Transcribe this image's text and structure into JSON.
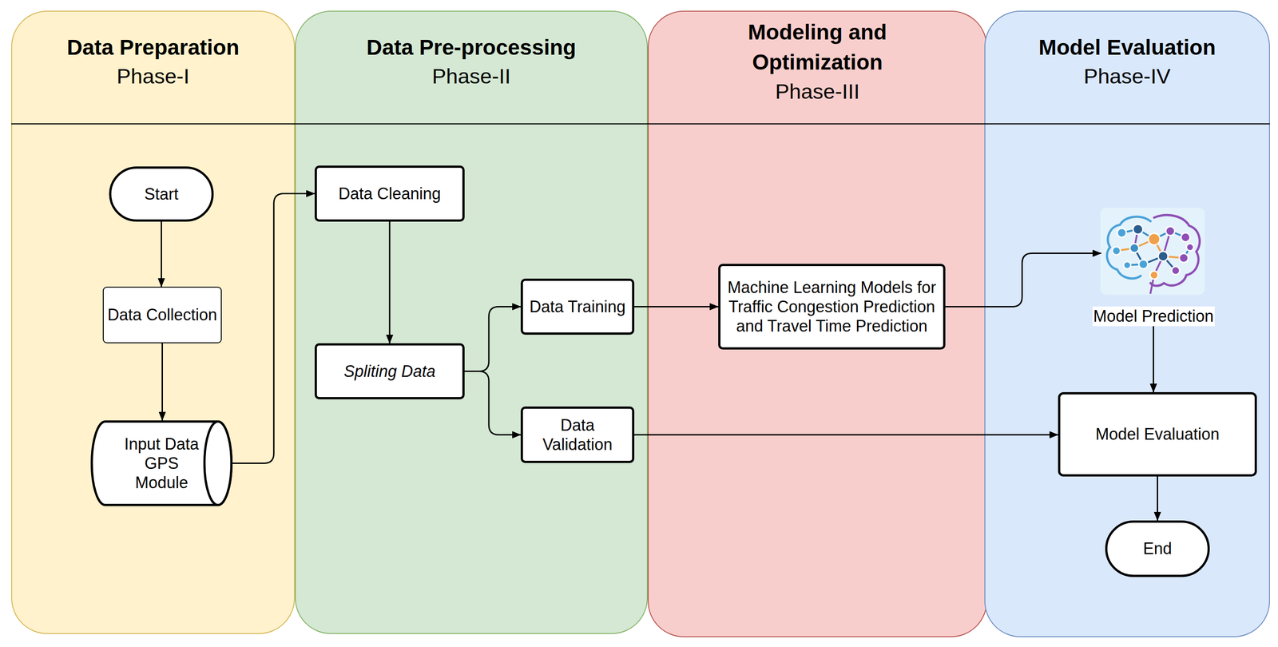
{
  "diagram": {
    "nodes": [
      {
        "text": [
          "Data Preparation",
          "Phase-I"
        ]
      },
      {
        "text": [
          "Start"
        ],
        "in": 0
      },
      {
        "text": [
          "Data Collection"
        ],
        "in": 0
      },
      {
        "text": [
          "Input Data GPS Module"
        ],
        "in": 0
      },
      {
        "text": [
          "Data Pre-processing",
          "Phase-II"
        ]
      },
      {
        "text": [
          "Data Cleaning"
        ],
        "in": 4
      },
      {
        "text": [
          "Spliting Data"
        ],
        "in": 4
      },
      {
        "text": [
          "Data Training"
        ],
        "in": 4
      },
      {
        "text": [
          "Data Validation"
        ],
        "in": 4
      },
      {
        "text": [
          "Modeling and Optimization",
          "Phase-III"
        ]
      },
      {
        "text": [
          "Machine Learning Models for Traffic Congestion Prediction and Travel Time Prediction"
        ],
        "in": 9
      },
      {
        "text": [
          "Model Evaluation",
          "Phase-IV"
        ]
      },
      {
        "text": [
          "Model Prediction"
        ],
        "in": 11
      },
      {
        "text": [
          "Model Evaluation"
        ],
        "in": 11
      },
      {
        "text": [
          "End"
        ],
        "in": 11
      }
    ],
    "edges": [
      {
        "from": 1,
        "to": 2,
        "arrow": "to"
      },
      {
        "from": 2,
        "to": 3,
        "arrow": "to"
      },
      {
        "from": 3,
        "to": 5,
        "arrow": "to"
      },
      {
        "from": 5,
        "to": 6,
        "arrow": "to"
      },
      {
        "from": 6,
        "to": 7,
        "arrow": "to"
      },
      {
        "from": 6,
        "to": 8,
        "arrow": "to"
      },
      {
        "from": 7,
        "to": 10,
        "arrow": "to"
      },
      {
        "from": 10,
        "to": 12,
        "arrow": "to"
      },
      {
        "from": 12,
        "to": 13,
        "arrow": "to"
      },
      {
        "from": 8,
        "to": 13,
        "arrow": "to"
      },
      {
        "from": 13,
        "to": 14,
        "arrow": "to"
      }
    ]
  }
}
